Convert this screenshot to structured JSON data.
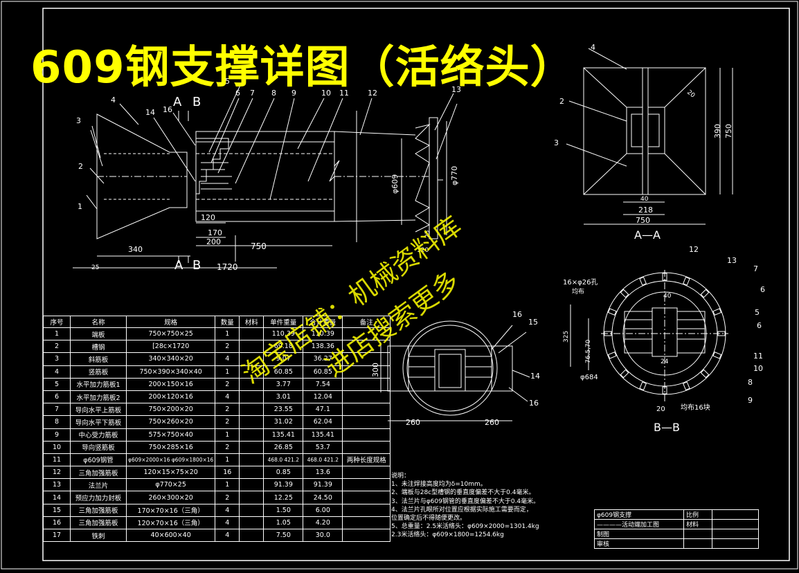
{
  "banner_title": "609钢支撑详图（活络头）",
  "watermark": {
    "line1": "淘宝店铺：机械资料库",
    "line2": "进店搜索更多"
  },
  "main_view": {
    "part_numbers": [
      "1",
      "2",
      "3",
      "4",
      "5",
      "6",
      "7",
      "8",
      "9",
      "10",
      "11",
      "12",
      "13",
      "14",
      "16"
    ],
    "section_marks": [
      "A",
      "B",
      "A",
      "B"
    ],
    "dims": {
      "d340": "340",
      "d25": "25",
      "d1720": "1720",
      "d120": "120",
      "d170": "170",
      "d200": "200",
      "d750": "750",
      "d609": "φ609",
      "d770": "φ770",
      "d120b": "120",
      "d25b": "25"
    }
  },
  "aa_view": {
    "title": "A—A",
    "part_numbers": [
      "4",
      "2",
      "3"
    ],
    "dims": {
      "d20": "20",
      "d390": "390",
      "d750v": "750",
      "d40": "40",
      "d218": "218",
      "d750h": "750"
    }
  },
  "bb_view": {
    "title": "B—B",
    "note_holes": "16×φ26孔",
    "note_even": "均布",
    "note_even16": "均布16块",
    "part_numbers": [
      "12",
      "13",
      "7",
      "6",
      "5",
      "6",
      "11",
      "10",
      "8",
      "9"
    ],
    "dims": {
      "d40": "40",
      "d325": "325",
      "d76": "76.5,70",
      "d684": "φ684",
      "d24": "24",
      "d20": "20"
    }
  },
  "small_view": {
    "part_numbers": [
      "16",
      "15",
      "14",
      "16"
    ],
    "dims": {
      "d300": "300",
      "d260a": "260",
      "d260b": "260"
    }
  },
  "bom": {
    "headers": [
      "序号",
      "名称",
      "规格",
      "数量",
      "材料",
      "单件重量",
      "合计重量",
      "备注"
    ],
    "rows": [
      [
        "1",
        "端板",
        "750×750×25",
        "1",
        "",
        "110.39",
        "110.39",
        ""
      ],
      [
        "2",
        "槽钢",
        "[28c×1720",
        "2",
        "",
        "69.18",
        "138.36",
        ""
      ],
      [
        "3",
        "斜筋板",
        "340×340×20",
        "4",
        "",
        "9.07",
        "36.27",
        ""
      ],
      [
        "4",
        "竖筋板",
        "750×390×340×40",
        "1",
        "",
        "60.85",
        "60.85",
        ""
      ],
      [
        "5",
        "水平加力筋板1",
        "200×150×16",
        "2",
        "",
        "3.77",
        "7.54",
        ""
      ],
      [
        "6",
        "水平加力筋板2",
        "200×120×16",
        "4",
        "",
        "3.01",
        "12.04",
        ""
      ],
      [
        "7",
        "导向水平上筋板",
        "750×200×20",
        "2",
        "",
        "23.55",
        "47.1",
        ""
      ],
      [
        "8",
        "导向水平下筋板",
        "750×260×20",
        "2",
        "",
        "31.02",
        "62.04",
        ""
      ],
      [
        "9",
        "中心受力筋板",
        "575×750×40",
        "1",
        "",
        "135.41",
        "135.41",
        ""
      ],
      [
        "10",
        "导向竖筋板",
        "750×285×16",
        "2",
        "",
        "26.85",
        "53.7",
        ""
      ],
      [
        "11",
        "φ609钢管",
        "φ609×2000×16 φ609×1800×16",
        "1",
        "",
        "468.0 421.2",
        "468.0 421.2",
        "两种长度规格"
      ],
      [
        "12",
        "三角加强筋板",
        "120×15×75×20",
        "16",
        "",
        "0.85",
        "13.6",
        ""
      ],
      [
        "13",
        "法兰片",
        "φ770×25",
        "1",
        "",
        "91.39",
        "91.39",
        ""
      ],
      [
        "14",
        "预应力加力封板",
        "260×300×20",
        "2",
        "",
        "12.25",
        "24.50",
        ""
      ],
      [
        "15",
        "三角加强筋板",
        "170×70×16（三角）",
        "4",
        "",
        "1.50",
        "6.00",
        ""
      ],
      [
        "16",
        "三角加强筋板",
        "120×70×16（三角）",
        "4",
        "",
        "1.05",
        "4.20",
        ""
      ],
      [
        "17",
        "铁刺",
        "40×600×40",
        "4",
        "",
        "7.50",
        "30.0",
        ""
      ]
    ]
  },
  "notes": [
    "说明：",
    "1、未注焊接高度均为δ=10mm。",
    "2、端板与28c型槽钢的垂直度偏差不大于0.4毫米。",
    "3、法兰片与φ609钢管的垂直度偏差不大于0.4毫米。",
    "4、法兰片孔眼所对位置应根据实际施工需要而定，",
    "   位置确定后不得随便更改。",
    "5、总重量：2.5米活络头：φ609×2000=1301.4kg",
    "          2.3米活络头：φ609×1800=1254.6kg"
  ],
  "title_block": {
    "name": "φ609钢支撑",
    "sub": "————活动端加工图",
    "scale_label": "比例",
    "material_label": "材料",
    "r1": "制图",
    "r2": "审核"
  },
  "colors": {
    "banner": "#ffff00",
    "line": "#ffffff",
    "cyan": "#00ffff",
    "bg": "#000000"
  }
}
